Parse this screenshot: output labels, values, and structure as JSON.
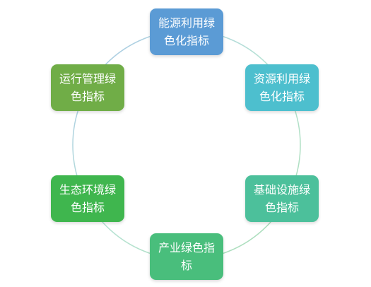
{
  "diagram": {
    "nodes": [
      {
        "id": "energy",
        "label": "能源利用绿色化指标",
        "color": "#5b9bd5"
      },
      {
        "id": "resource",
        "label": "资源利用绿色化指标",
        "color": "#4dbfce"
      },
      {
        "id": "infrastructure",
        "label": "基础设施绿色指标",
        "color": "#4cc09b"
      },
      {
        "id": "industry",
        "label": "产业绿色指标",
        "color": "#49be7c"
      },
      {
        "id": "ecology",
        "label": "生态环境绿色指标",
        "color": "#3fb64e"
      },
      {
        "id": "operation",
        "label": "运行管理绿色指标",
        "color": "#70ad47"
      }
    ]
  }
}
